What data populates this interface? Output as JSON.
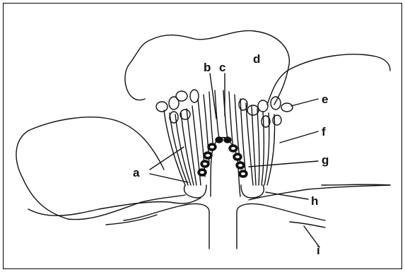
{
  "labels": {
    "a": "a",
    "b": "b",
    "c": "c",
    "d": "d",
    "e": "e",
    "f": "f",
    "g": "g",
    "h": "h",
    "i": "i"
  },
  "colors": {
    "ink": "#111111",
    "paper": "#ffffff"
  }
}
